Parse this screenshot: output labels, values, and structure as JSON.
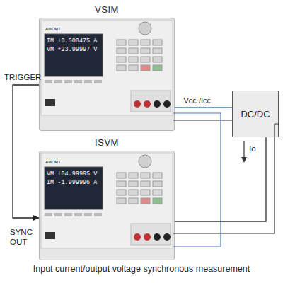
{
  "diagram": {
    "caption": "Input current/output voltage synchronous measurement",
    "nodes": [
      {
        "text": [
          "VSIM"
        ]
      },
      {
        "text": [
          "ISVM"
        ]
      },
      {
        "text": [
          "DC/DC"
        ]
      }
    ],
    "edges": [
      {
        "from": 1,
        "to": 0,
        "arrow": "to"
      },
      {
        "from": 0,
        "to": 2,
        "arrow": "none",
        "label": "Vcc /Icc"
      },
      {
        "from": 2,
        "to": 1,
        "arrow": "none"
      }
    ],
    "labels": [
      "TRIGGER",
      "SYNC OUT",
      "Io",
      "ADCMT",
      "IM +0.500475 A",
      "VM +23.99997 V",
      "ADCMT",
      "VM +04.99995 V",
      "IM -1.999996 A"
    ]
  }
}
